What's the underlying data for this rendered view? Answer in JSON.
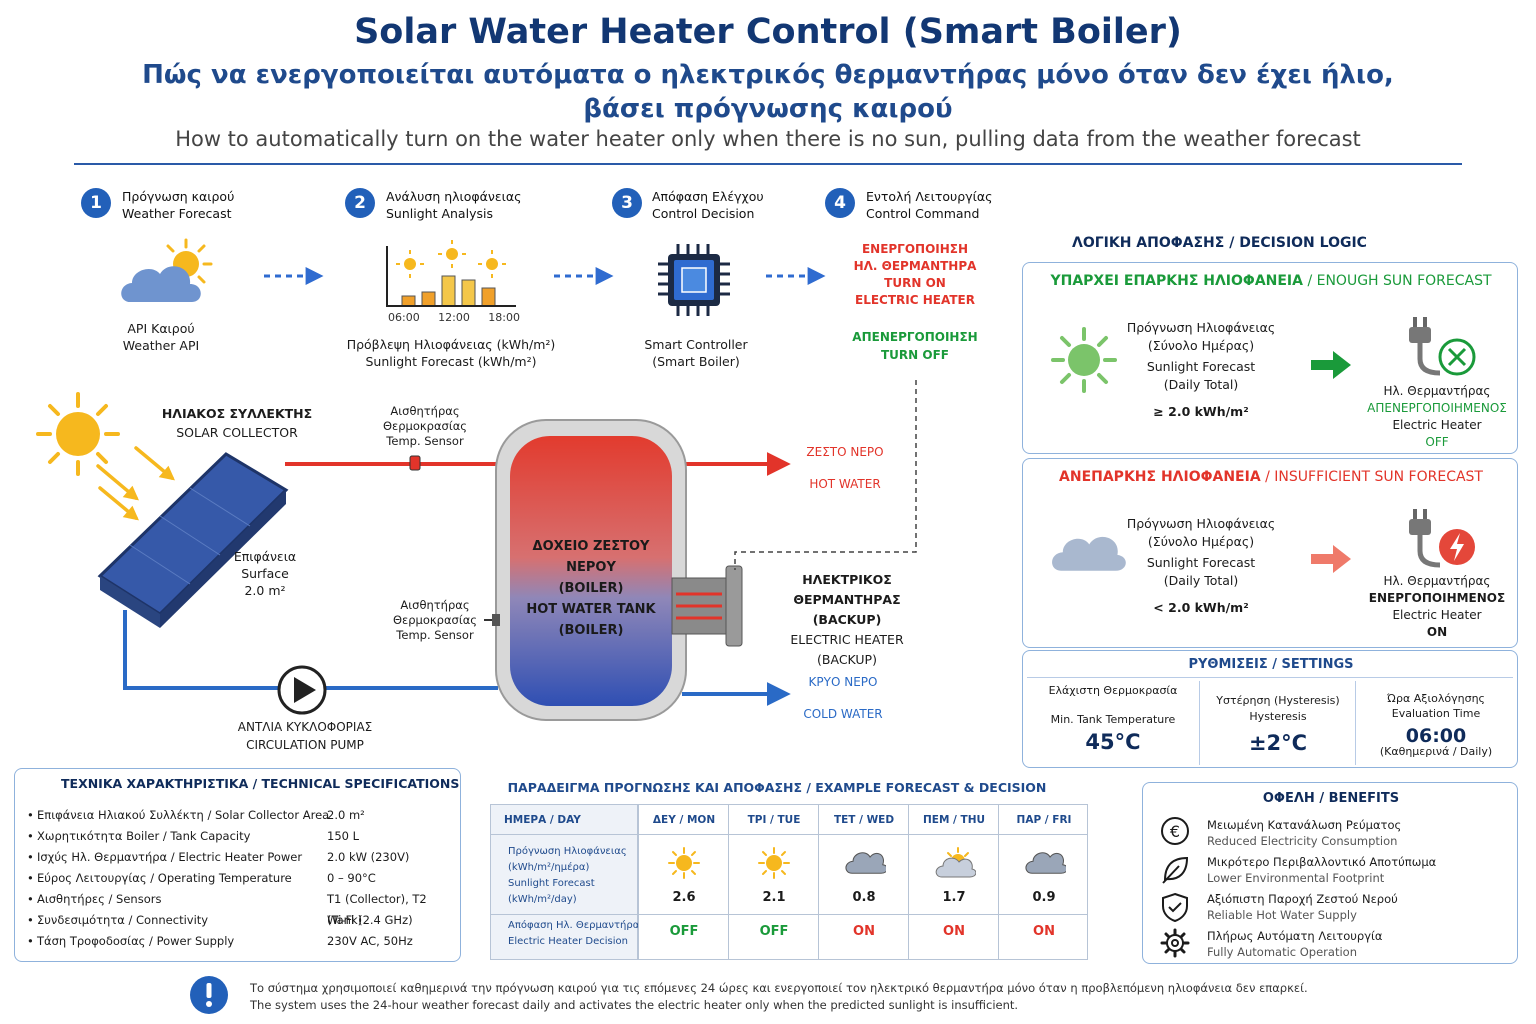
{
  "header": {
    "title": "Solar Water Heater Control (Smart Boiler)",
    "subtitle_gr_1": "Πώς να ενεργοποιείται αυτόματα ο ηλεκτρικός θερμαντήρας μόνο όταν δεν έχει ήλιο,",
    "subtitle_gr_2": "βάσει πρόγνωσης καιρού",
    "subtitle_en": "How to automatically turn on the water heater only when there is no sun, pulling data from the weather forecast"
  },
  "steps": [
    {
      "num": "1",
      "gr": "Πρόγνωση καιρού",
      "en": "Weather Forecast",
      "cap_gr": "API Καιρού",
      "cap_en": "Weather API"
    },
    {
      "num": "2",
      "gr": "Ανάλυση ηλιοφάνειας",
      "en": "Sunlight Analysis",
      "cap_gr": "Πρόβλεψη Ηλιοφάνειας (kWh/m²)",
      "cap_en": "Sunlight Forecast (kWh/m²)"
    },
    {
      "num": "3",
      "gr": "Απόφαση Ελέγχου",
      "en": "Control Decision",
      "cap_gr": "Smart Controller",
      "cap_en": "(Smart Boiler)"
    },
    {
      "num": "4",
      "gr": "Εντολή Λειτουργίας",
      "en": "Control Command"
    }
  ],
  "sunlight_chart": {
    "ticks": [
      "06:00",
      "12:00",
      "18:00"
    ],
    "bars": [
      0.25,
      0.35,
      0.75,
      0.65,
      0.45
    ]
  },
  "command": {
    "on_gr_1": "ΕΝΕΡΓΟΠΟΙΗΣΗ",
    "on_gr_2": "ΗΛ. ΘΕΡΜΑΝΤΗΡΑ",
    "on_en_1": "TURN ON",
    "on_en_2": "ELECTRIC HEATER",
    "off_gr": "ΑΠΕΝΕΡΓΟΠΟΙΗΣΗ",
    "off_en": "TURN OFF"
  },
  "system": {
    "collector_gr": "ΗΛΙΑΚΟΣ ΣΥΛΛΕΚΤΗΣ",
    "collector_en": "SOLAR COLLECTOR",
    "surface_gr": "Επιφάνεια",
    "surface_en": "Surface",
    "surface_val": "2.0 m²",
    "sensor1_gr_1": "Αισθητήρας",
    "sensor1_gr_2": "Θερμοκρασίας",
    "sensor1_en": "Temp. Sensor",
    "sensor2_gr_1": "Αισθητήρας",
    "sensor2_gr_2": "Θερμοκρασίας",
    "sensor2_en": "Temp. Sensor",
    "tank_gr_1": "ΔΟΧΕΙΟ ΖΕΣΤΟΥ ΝΕΡΟΥ",
    "tank_gr_2": "(BOILER)",
    "tank_en_1": "HOT WATER TANK",
    "tank_en_2": "(BOILER)",
    "hot_gr": "ΖΕΣΤΟ ΝΕΡΟ",
    "hot_en": "HOT WATER",
    "cold_gr": "ΚΡΥΟ ΝΕΡΟ",
    "cold_en": "COLD WATER",
    "heater_gr_1": "ΗΛΕΚΤΡΙΚΟΣ ΘΕΡΜΑΝΤΗΡΑΣ",
    "heater_gr_2": "(BACKUP)",
    "heater_en_1": "ELECTRIC HEATER",
    "heater_en_2": "(BACKUP)",
    "pump_gr": "ΑΝΤΛΙΑ ΚΥΚΛΟΦΟΡΙΑΣ",
    "pump_en": "CIRCULATION PUMP"
  },
  "decision": {
    "title": "ΛΟΓΙΚΗ ΑΠΟΦΑΣΗΣ / DECISION LOGIC",
    "enough": {
      "title_gr": "ΥΠΑΡΧΕΙ ΕΠΑΡΚΗΣ ΗΛΙΟΦΑΝΕΙΑ",
      "title_en": "/ ENOUGH SUN FORECAST",
      "l1": "Πρόγνωση Ηλιοφάνειας",
      "l2": "(Σύνολο Ημέρας)",
      "l3": "Sunlight Forecast",
      "l4": "(Daily Total)",
      "value": "≥ 2.0 kWh/m²",
      "h1": "Ηλ. Θερμαντήρας",
      "h2": "ΑΠΕΝΕΡΓΟΠΟΙΗΜΕΝΟΣ",
      "h3": "Electric Heater",
      "h4": "OFF"
    },
    "insufficient": {
      "title_gr": "ΑΝΕΠΑΡΚΗΣ ΗΛΙΟΦΑΝΕΙΑ",
      "title_en": "/ INSUFFICIENT SUN FORECAST",
      "l1": "Πρόγνωση Ηλιοφάνειας",
      "l2": "(Σύνολο Ημέρας)",
      "l3": "Sunlight Forecast",
      "l4": "(Daily Total)",
      "value": "< 2.0 kWh/m²",
      "h1": "Ηλ. Θερμαντήρας",
      "h2": "ΕΝΕΡΓΟΠΟΙΗΜΕΝΟΣ",
      "h3": "Electric Heater",
      "h4": "ON"
    }
  },
  "settings": {
    "title": "ΡΥΘΜΙΣΕΙΣ / SETTINGS",
    "items": [
      {
        "gr": "Ελάχιστη Θερμοκρασία",
        "en": "Min. Tank Temperature",
        "value": "45°C"
      },
      {
        "gr": "Υστέρηση (Hysteresis)",
        "en": "Hysteresis",
        "value": "±2°C"
      },
      {
        "gr": "Ώρα Αξιολόγησης",
        "en": "Evaluation Time",
        "value": "06:00",
        "note": "(Καθημερινά / Daily)"
      }
    ]
  },
  "specs": {
    "title": "ΤΕΧΝΙΚΑ ΧΑΡΑΚΤΗΡΙΣΤΙΚΑ / TECHNICAL SPECIFICATIONS",
    "rows": [
      {
        "label": "Επιφάνεια Ηλιακού Συλλέκτη / Solar Collector Area",
        "value": "2.0 m²"
      },
      {
        "label": "Χωρητικότητα Boiler / Tank Capacity",
        "value": "150 L"
      },
      {
        "label": "Ισχύς Ηλ. Θερμαντήρα / Electric Heater Power",
        "value": "2.0 kW (230V)"
      },
      {
        "label": "Εύρος Λειτουργίας / Operating Temperature",
        "value": "0 – 90°C"
      },
      {
        "label": "Αισθητήρες / Sensors",
        "value": "T1 (Collector), T2 (Tank)"
      },
      {
        "label": "Συνδεσιμότητα / Connectivity",
        "value": "Wi-Fi (2.4 GHz)"
      },
      {
        "label": "Τάση Τροφοδοσίας / Power Supply",
        "value": "230V AC, 50Hz"
      }
    ]
  },
  "forecast": {
    "title": "ΠΑΡΑΔΕΙΓΜΑ ΠΡΟΓΝΩΣΗΣ ΚΑΙ ΑΠΟΦΑΣΗΣ / EXAMPLE FORECAST & DECISION",
    "day_label": "ΗΜΕΡΑ / DAY",
    "sun_gr_1": "Πρόγνωση Ηλιοφάνειας",
    "sun_gr_2": "(kWh/m²/ημέρα)",
    "sun_en_1": "Sunlight Forecast",
    "sun_en_2": "(kWh/m²/day)",
    "dec_gr": "Απόφαση Ηλ. Θερμαντήρα",
    "dec_en": "Electric Heater Decision",
    "days": [
      {
        "day": "ΔΕΥ / MON",
        "icon": "sun",
        "value": "2.6",
        "decision": "OFF"
      },
      {
        "day": "ΤΡΙ / TUE",
        "icon": "sun",
        "value": "2.1",
        "decision": "OFF"
      },
      {
        "day": "ΤΕΤ / WED",
        "icon": "cloud",
        "value": "0.8",
        "decision": "ON"
      },
      {
        "day": "ΠΕΜ / THU",
        "icon": "partly",
        "value": "1.7",
        "decision": "ON"
      },
      {
        "day": "ΠΑΡ / FRI",
        "icon": "cloud",
        "value": "0.9",
        "decision": "ON"
      }
    ]
  },
  "benefits": {
    "title": "ΟΦΕΛΗ / BENEFITS",
    "items": [
      {
        "gr": "Μειωμένη Κατανάλωση Ρεύματος",
        "en": "Reduced Electricity Consumption"
      },
      {
        "gr": "Μικρότερο Περιβαλλοντικό Αποτύπωμα",
        "en": "Lower Environmental Footprint"
      },
      {
        "gr": "Αξιόπιστη Παροχή Ζεστού Νερού",
        "en": "Reliable Hot Water Supply"
      },
      {
        "gr": "Πλήρως Αυτόματη Λειτουργία",
        "en": "Fully Automatic Operation"
      }
    ]
  },
  "footer": {
    "gr": "Το σύστημα χρησιμοποιεί καθημερινά την πρόγνωση καιρού για τις επόμενες 24 ώρες και ενεργοποιεί τον ηλεκτρικό θερμαντήρα μόνο όταν η προβλεπόμενη ηλιοφάνεια δεν επαρκεί.",
    "en": "The system uses the 24-hour weather forecast daily and activates the electric heater only when the predicted sunlight is insufficient."
  },
  "colors": {
    "navy": "#123773",
    "green": "#1a9a3a",
    "red": "#e2342a",
    "blue": "#2a6ac6",
    "sun": "#f6b81e"
  }
}
